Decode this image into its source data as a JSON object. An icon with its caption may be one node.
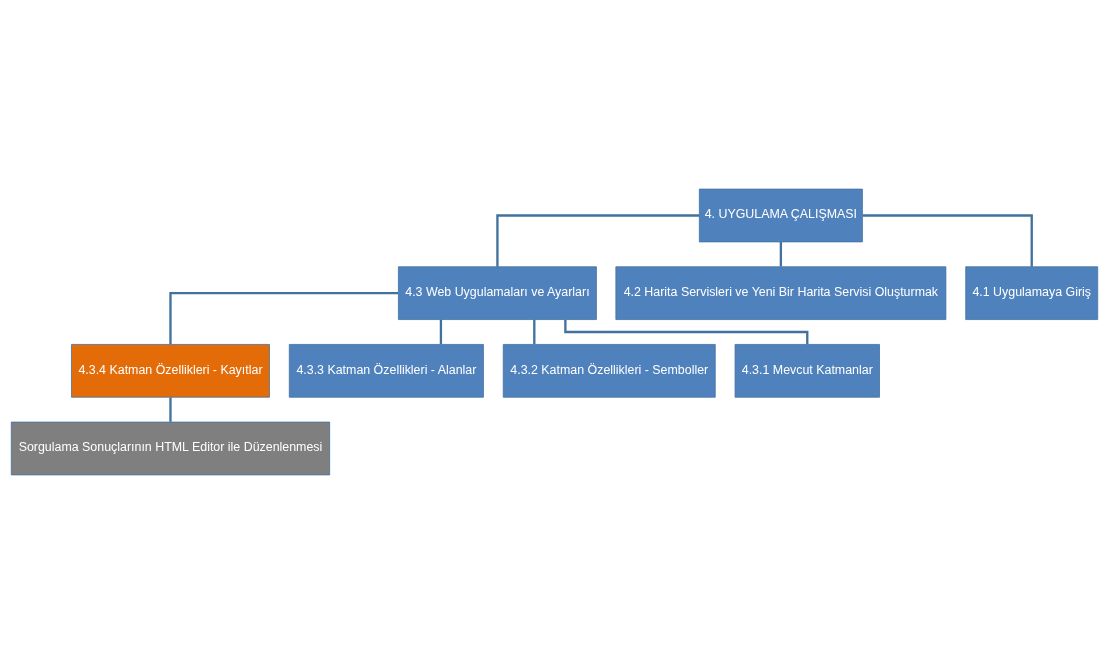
{
  "diagram": {
    "nodes": [
      {
        "text": [
          "4. UYGULAMA ÇALIŞMASI"
        ]
      },
      {
        "text": [
          "4.3 Web Uygulamaları ve Ayarları"
        ]
      },
      {
        "text": [
          "4.2 Harita Servisleri ve Yeni Bir Harita Servisi Oluşturmak"
        ]
      },
      {
        "text": [
          "4.1 Uygulamaya Giriş"
        ]
      },
      {
        "text": [
          "4.3.4 Katman Özellikleri - Kayıtlar"
        ]
      },
      {
        "text": [
          "4.3.3 Katman Özellikleri - Alanlar"
        ]
      },
      {
        "text": [
          "4.3.2 Katman Özellikleri - Semboller"
        ]
      },
      {
        "text": [
          "4.3.1 Mevcut Katmanlar"
        ]
      },
      {
        "text": [
          "Sorgulama Sonuçlarının HTML Editor ile Düzenlenmesi"
        ]
      }
    ],
    "edges": [
      {
        "from": 0,
        "to": 1,
        "arrow": "none"
      },
      {
        "from": 0,
        "to": 2,
        "arrow": "none"
      },
      {
        "from": 0,
        "to": 3,
        "arrow": "none"
      },
      {
        "from": 1,
        "to": 4,
        "arrow": "none"
      },
      {
        "from": 1,
        "to": 5,
        "arrow": "none"
      },
      {
        "from": 1,
        "to": 6,
        "arrow": "none"
      },
      {
        "from": 1,
        "to": 7,
        "arrow": "none"
      },
      {
        "from": 4,
        "to": 8,
        "arrow": "none"
      }
    ]
  }
}
